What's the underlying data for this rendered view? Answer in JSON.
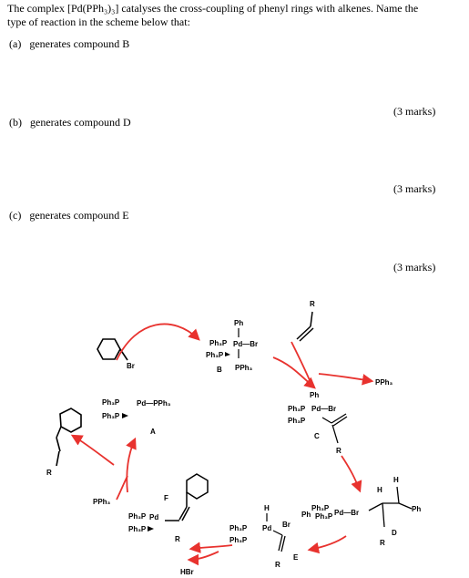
{
  "question": {
    "intro_line1": "The complex [Pd(PPh₃)₃] catalyses the cross-coupling of phenyl rings with alkenes. Name the",
    "intro_line2": "type of reaction in the scheme below that:",
    "parts": [
      {
        "label": "(a)",
        "text": "generates compound B",
        "marks": "(3 marks)"
      },
      {
        "label": "(b)",
        "text": "generates compound D",
        "marks": "(3 marks)"
      },
      {
        "label": "(c)",
        "text": "generates compound E",
        "marks": "(3 marks)"
      }
    ]
  },
  "scheme": {
    "ph": "Ph",
    "ph3p": "Ph₃P",
    "pph3": "PPh₃",
    "pd": "Pd",
    "br": "Br",
    "r": "R",
    "h": "H",
    "hbr": "HBr",
    "pd_br": "Pd—Br",
    "pd_pph3": "Pd—PPh₃",
    "labels": {
      "A": "A",
      "B": "B",
      "C": "C",
      "D": "D",
      "E": "E",
      "F": "F"
    }
  }
}
